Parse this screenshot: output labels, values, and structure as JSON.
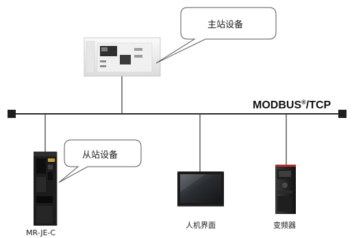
{
  "network": {
    "protocol_main": "MODBUS",
    "protocol_mark": "®",
    "protocol_suffix": "/TCP"
  },
  "callouts": {
    "master": "主站设备",
    "slave": "从站设备"
  },
  "devices": {
    "servo": "MR-JE-C",
    "hmi": "人机界面",
    "inverter": "变频器"
  },
  "colors": {
    "line": "#333333",
    "bus": "#2b2b2b",
    "bubble_stroke": "#555555"
  }
}
